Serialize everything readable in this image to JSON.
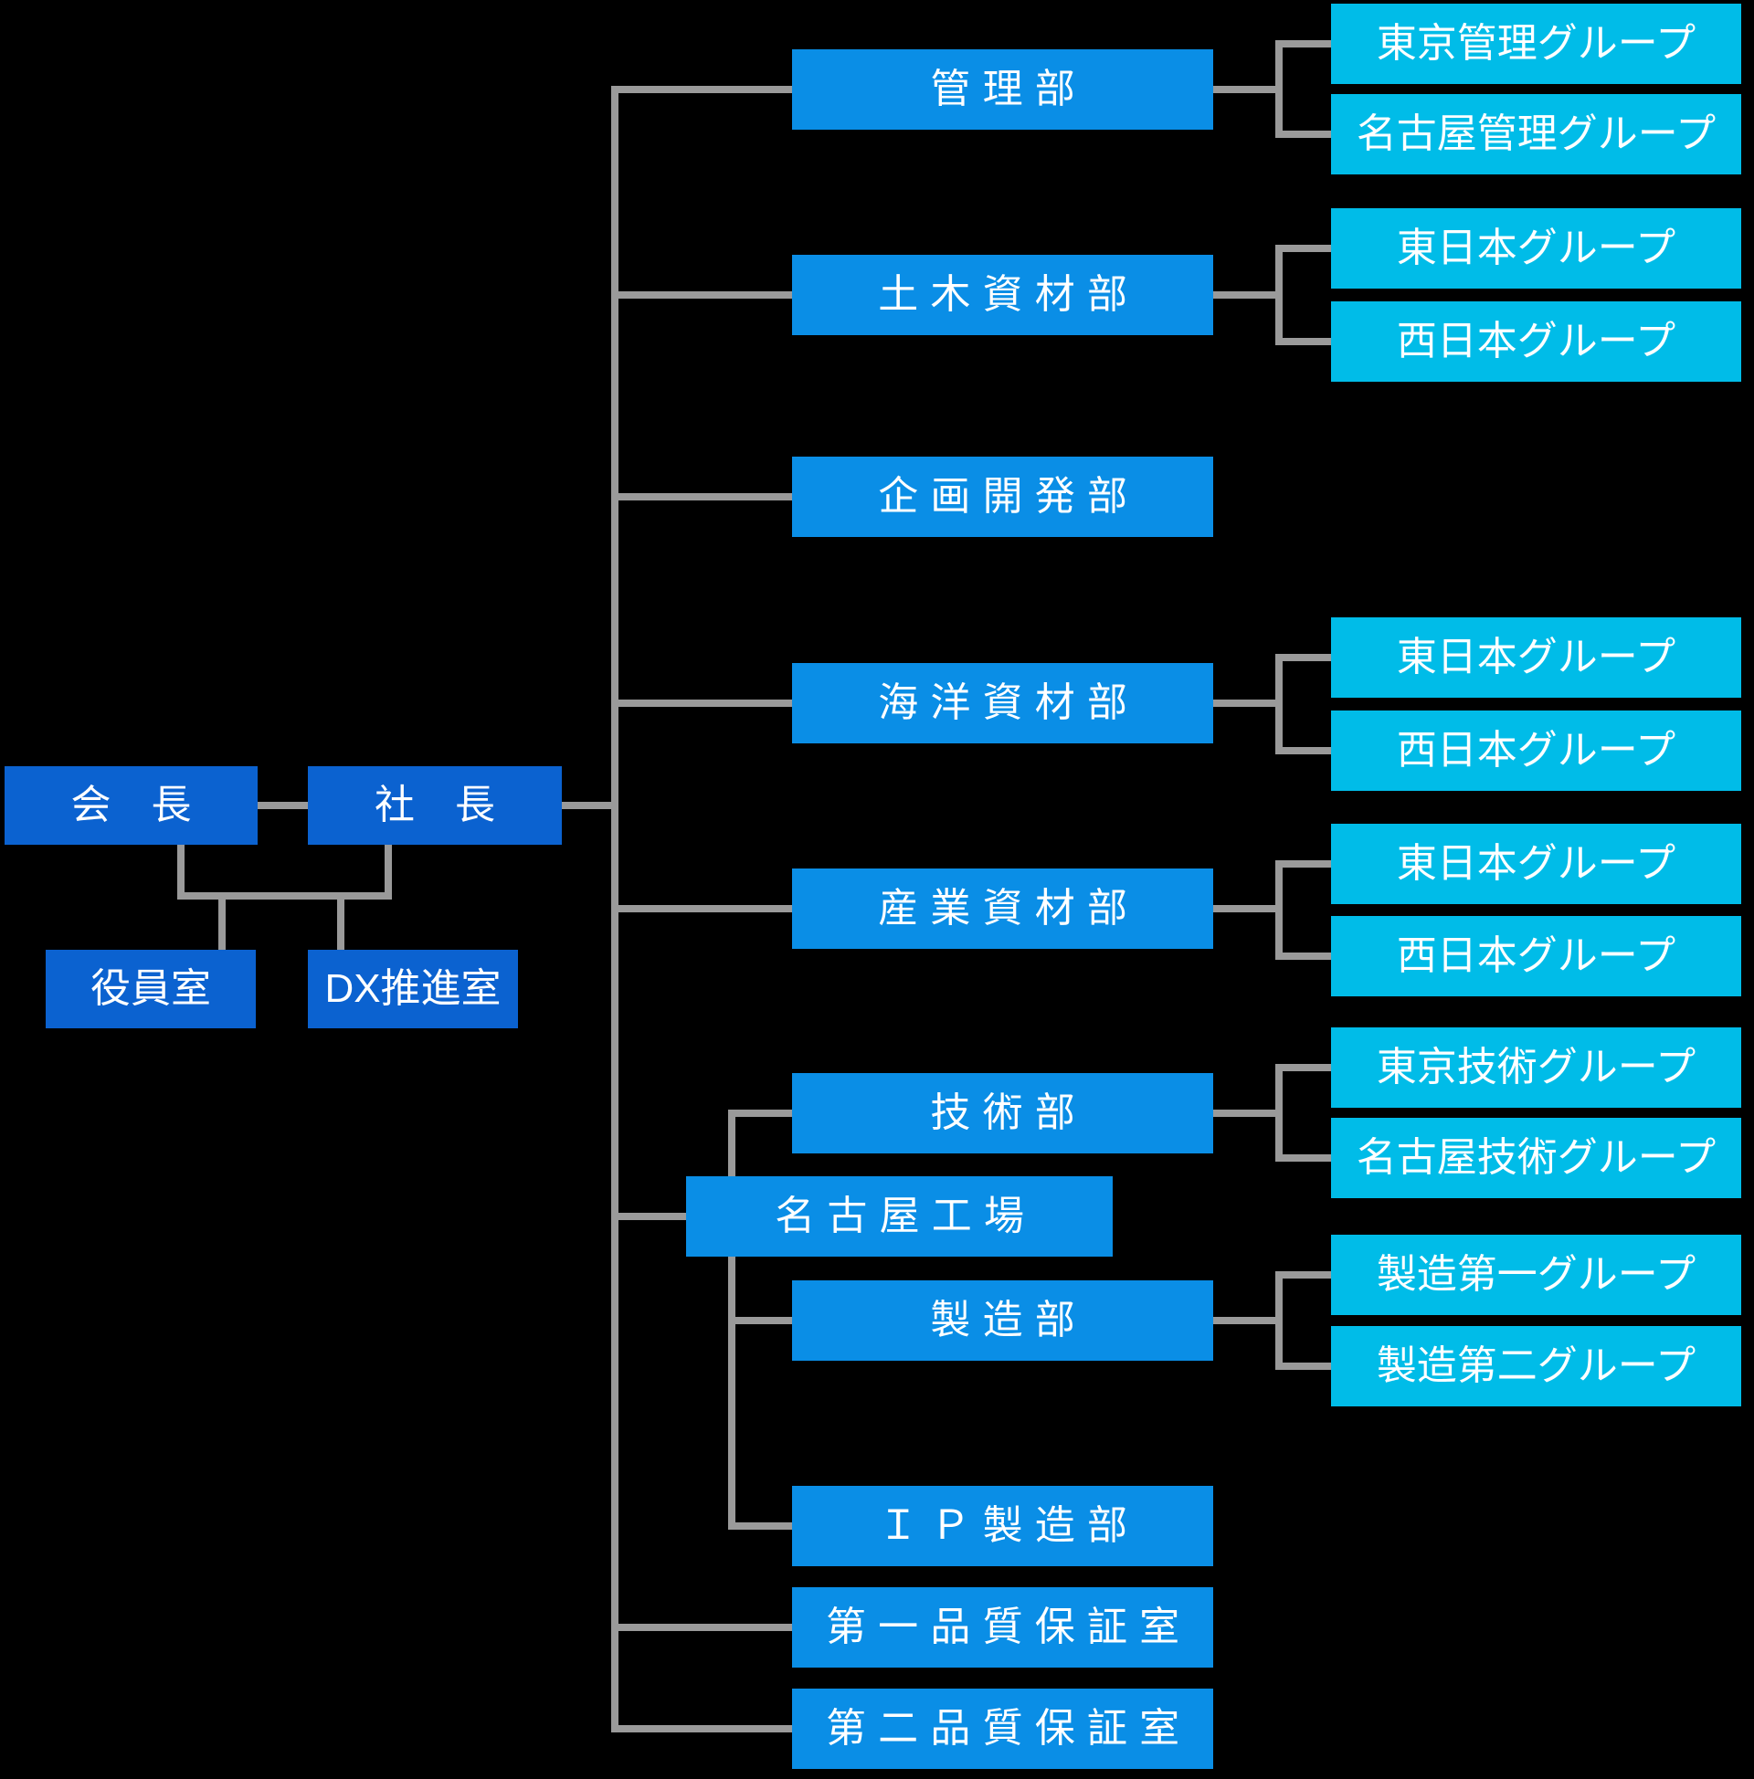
{
  "palette": {
    "background": "#000000",
    "executive_box": "#0b62d0",
    "department_box": "#0a8ee6",
    "group_box": "#00bce8",
    "connector": "#9a9a9a",
    "text": "#ffffff"
  },
  "executive": {
    "chairman": "会　長",
    "president": "社　長",
    "staff": [
      {
        "label": "役員室"
      },
      {
        "label": "DX推進室"
      }
    ]
  },
  "departments": [
    {
      "label": "管理部",
      "groups": [
        "東京管理グループ",
        "名古屋管理グループ"
      ]
    },
    {
      "label": "土木資材部",
      "groups": [
        "東日本グループ",
        "西日本グループ"
      ]
    },
    {
      "label": "企画開発部",
      "groups": []
    },
    {
      "label": "海洋資材部",
      "groups": [
        "東日本グループ",
        "西日本グループ"
      ]
    },
    {
      "label": "産業資材部",
      "groups": [
        "東日本グループ",
        "西日本グループ"
      ]
    },
    {
      "label": "名古屋工場",
      "sub_departments": [
        {
          "label": "技術部",
          "groups": [
            "東京技術グループ",
            "名古屋技術グループ"
          ]
        },
        {
          "label": "製造部",
          "groups": [
            "製造第一グループ",
            "製造第二グループ"
          ]
        },
        {
          "label": "ＩＰ製造部",
          "groups": []
        }
      ]
    },
    {
      "label": "第一品質保証室",
      "groups": []
    },
    {
      "label": "第二品質保証室",
      "groups": []
    }
  ]
}
